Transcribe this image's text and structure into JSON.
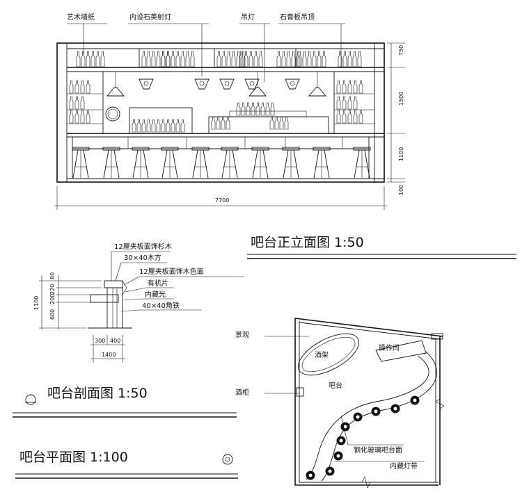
{
  "elevation": {
    "labels": {
      "art_wallpaper": "艺术墙纸",
      "built_in_spotlight": "内设石英射灯",
      "pendant_lamp": "吊灯",
      "gypsum_ceiling": "石膏板吊顶"
    },
    "dims": {
      "d750": "750",
      "d1500": "1500",
      "d1100": "1100",
      "d100": "100",
      "total_width": "7700"
    },
    "title": "吧台正立面图  1:50"
  },
  "section": {
    "labels": {
      "plywood_fir": "12厘夹板面饰杉木",
      "wood_batten": "30×40木方",
      "plywood_color": "12厘夹板面饰木色面",
      "glass": "有机片",
      "hidden_light": "内藏光",
      "angle_steel": "40×40角铁"
    },
    "dims": {
      "d80": "80",
      "d220": "220",
      "d200": "200",
      "d600": "600",
      "d1100": "1100",
      "d300": "300",
      "d400": "400",
      "d1400": "1400"
    },
    "title": "吧台剖面图  1:50"
  },
  "plan": {
    "labels": {
      "landscape": "景观",
      "wine_cabinet": "酒柜",
      "wine_rack": "酒架",
      "operation_room": "操作间",
      "bar": "吧台",
      "tempered_glass_top": "钢化玻璃吧台面",
      "hidden_light_strip": "内藏灯带"
    },
    "title": "吧台平面图  1:100"
  }
}
